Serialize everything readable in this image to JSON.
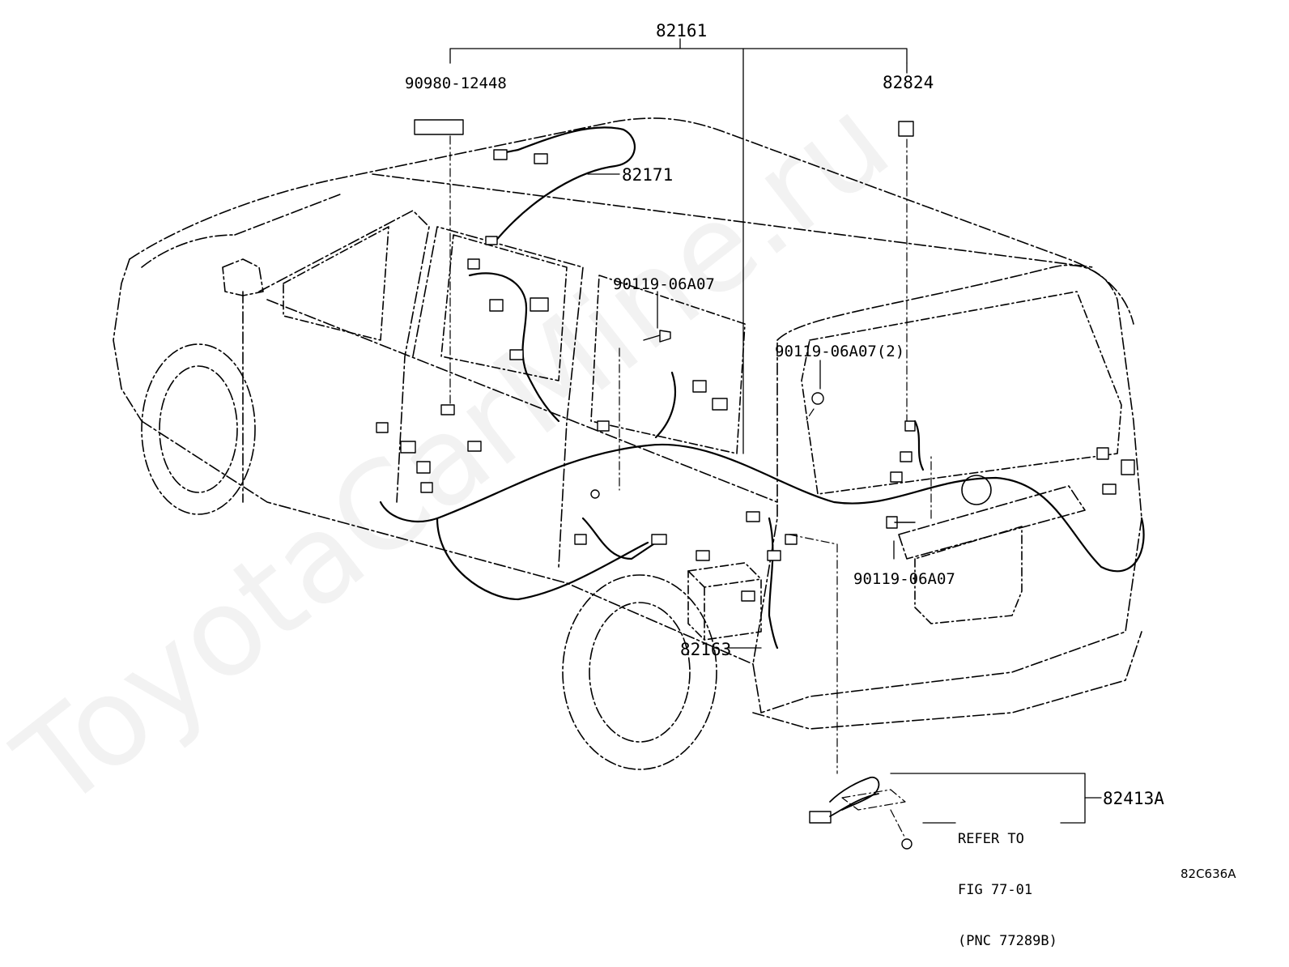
{
  "watermark": "ToyotaCarMine.ru",
  "figure_code": "82C636A",
  "parts": {
    "p82161": "82161",
    "p9098012448": "90980-12448",
    "p82824": "82824",
    "p82171": "82171",
    "p9011906A07_mid": "90119-06A07",
    "p9011906A07_x2": "90119-06A07(2)",
    "p9011906A07_rear": "90119-06A07",
    "p82163": "82163",
    "p82413A": "82413A"
  },
  "refer_note": {
    "line1": "REFER TO",
    "line2": "FIG 77-01",
    "line3": "(PNC 77289B)"
  },
  "colors": {
    "line": "#000000",
    "background": "#ffffff"
  }
}
